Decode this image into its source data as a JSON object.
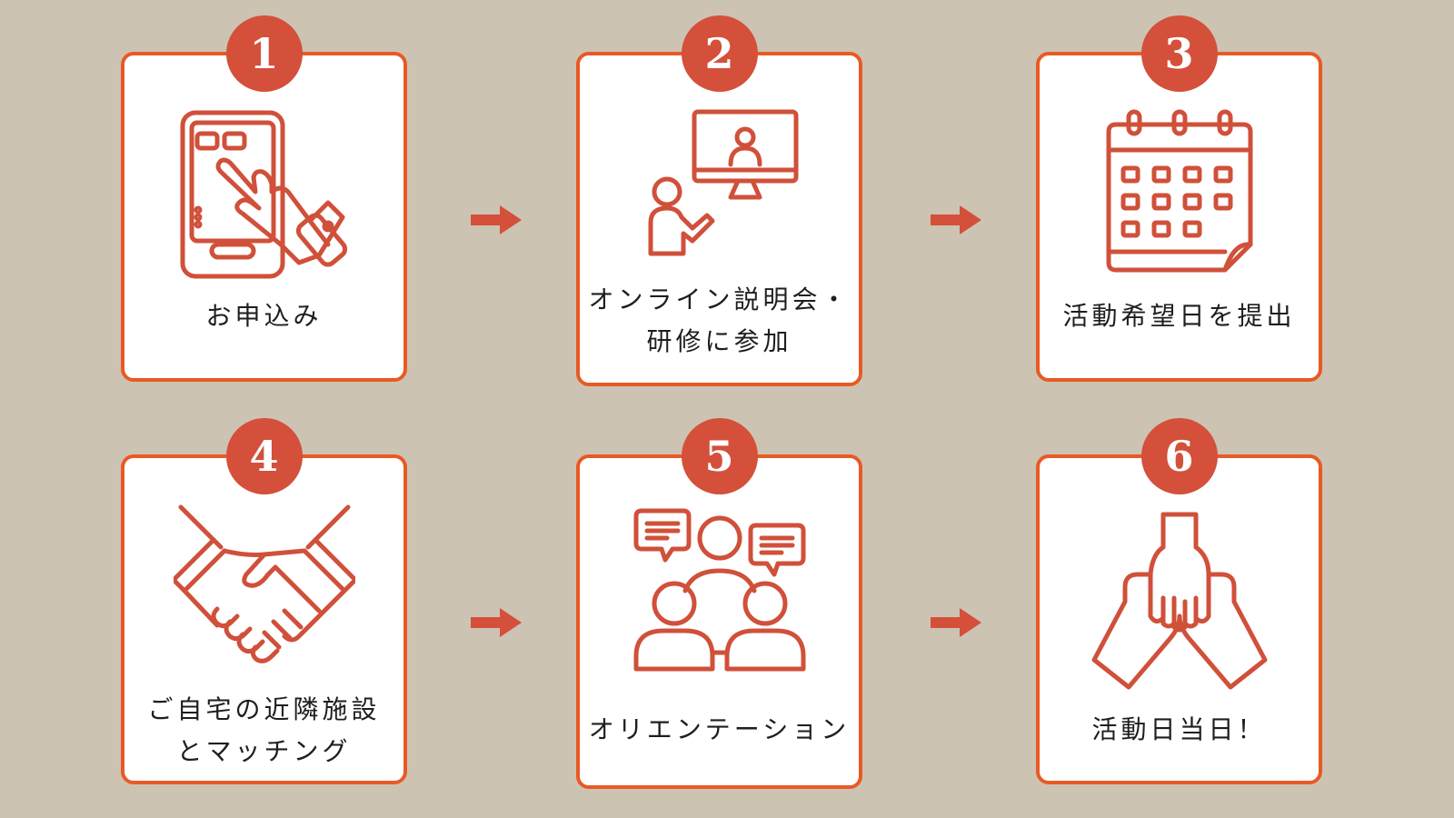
{
  "steps": [
    {
      "number": "1",
      "label_lines": [
        "お申込み"
      ],
      "icon": "tap-phone-icon"
    },
    {
      "number": "2",
      "label_lines": [
        "オンライン説明会・",
        "研修に参加"
      ],
      "icon": "online-seminar-icon"
    },
    {
      "number": "3",
      "label_lines": [
        "活動希望日を提出"
      ],
      "icon": "calendar-icon"
    },
    {
      "number": "4",
      "label_lines": [
        "ご自宅の近隣施設",
        "とマッチング"
      ],
      "icon": "handshake-icon"
    },
    {
      "number": "5",
      "label_lines": [
        "オリエンテーション"
      ],
      "icon": "group-discussion-icon"
    },
    {
      "number": "6",
      "label_lines": [
        "活動日当日！"
      ],
      "icon": "stacked-hands-icon"
    }
  ],
  "colors": {
    "background": "#cdc3b3",
    "accent": "#d4503a",
    "border": "#e85a24",
    "icon_stroke": "#d0503a"
  }
}
